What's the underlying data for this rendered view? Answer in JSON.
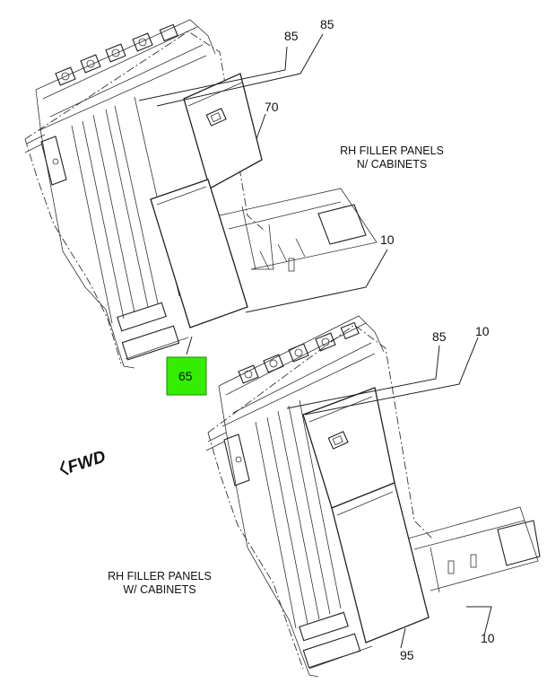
{
  "callouts": {
    "top_85_a": "85",
    "top_85_b": "85",
    "top_70": "70",
    "top_10": "10",
    "top_65": "65",
    "bottom_85": "85",
    "bottom_10_top": "10",
    "bottom_95": "95",
    "bottom_10_bottom": "10"
  },
  "captions": {
    "top_line1": "RH FILLER PANELS",
    "top_line2": "N/ CABINETS",
    "bottom_line1": "RH FILLER PANELS",
    "bottom_line2": "W/ CABINETS"
  },
  "direction": {
    "label": "FWD",
    "icon": "forward-arrow-icon"
  },
  "colors": {
    "highlight_fill": "#33ee00",
    "highlight_border": "#1a8a00",
    "line": "#222222"
  }
}
